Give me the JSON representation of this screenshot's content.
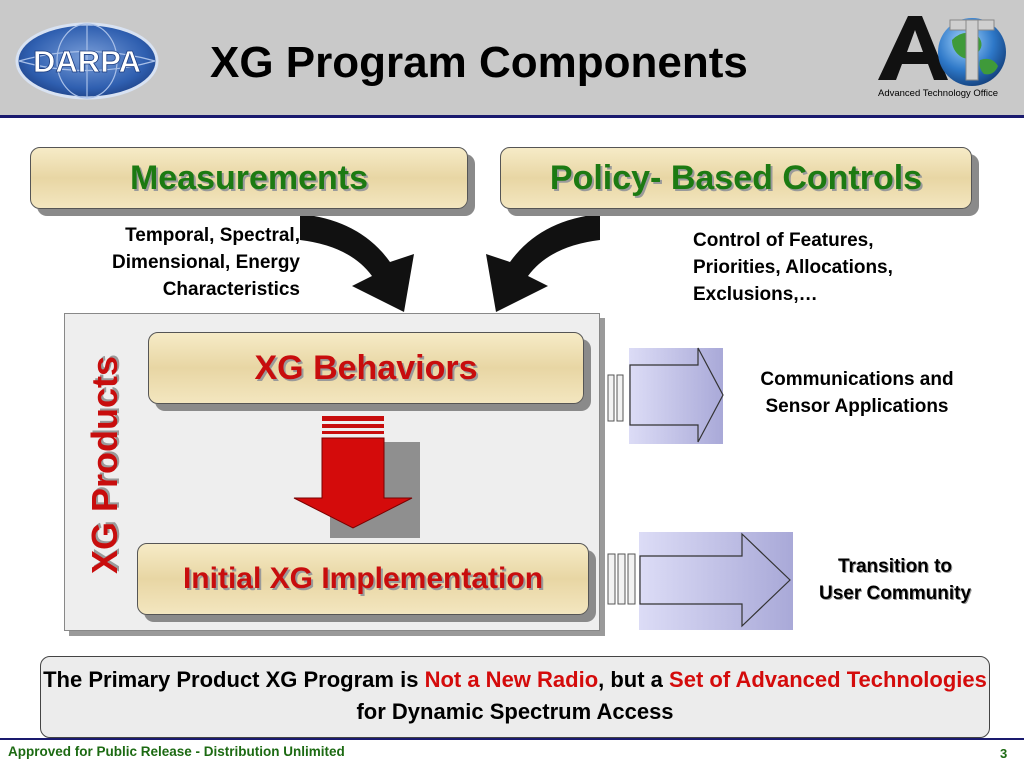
{
  "header": {
    "title": "XG Program Components",
    "left_logo": "DARPA",
    "right_logo_caption": "Advanced Technology Office"
  },
  "boxes": {
    "measurements": "Measurements",
    "policy": "Policy- Based Controls",
    "behaviors": "XG Behaviors",
    "implementation": "Initial XG Implementation"
  },
  "captions": {
    "measurements": [
      "Temporal, Spectral,",
      "Dimensional, Energy",
      "Characteristics"
    ],
    "policy": [
      "Control of Features,",
      "Priorities, Allocations,",
      "Exclusions,…"
    ],
    "comms": [
      "Communications and",
      "Sensor Applications"
    ],
    "transition": [
      "Transition to",
      "User Community"
    ]
  },
  "products_label": "XG Products",
  "bottom_statement": {
    "part1": "The Primary Product XG Program is ",
    "part2": "Not a New Radio",
    "part3": ", but a ",
    "part4": "Set of Advanced Technologies",
    "part5": " for Dynamic Spectrum Access"
  },
  "footer": {
    "left": "Approved for Public Release - Distribution Unlimited",
    "page_number": "3"
  },
  "colors": {
    "accent_green": "#1c7a12",
    "accent_red": "#c80d0d",
    "header_gray": "#c9c9c9",
    "navy_rule": "#1a1a6e"
  }
}
